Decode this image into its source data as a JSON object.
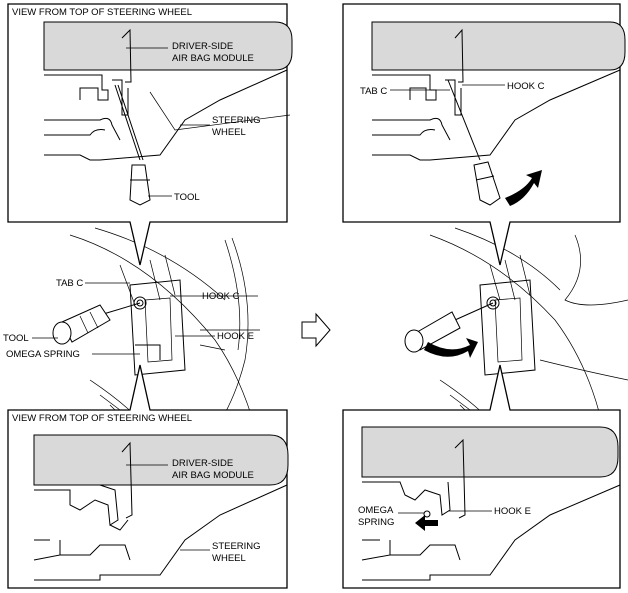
{
  "labels": {
    "top_left_title": "VIEW FROM TOP OF STEERING WHEEL",
    "tl_module_1": "DRIVER-SIDE",
    "tl_module_2": "AIR BAG MODULE",
    "tl_wheel_1": "STEERING",
    "tl_wheel_2": "WHEEL",
    "tl_tool": "TOOL",
    "tr_tab": "TAB C",
    "tr_hook": "HOOK C",
    "mid_tab": "TAB C",
    "mid_tool": "TOOL",
    "mid_omega": "OMEGA SPRING",
    "mid_hook_c": "HOOK C",
    "mid_hook_e": "HOOK E",
    "bl_title": "VIEW FROM TOP OF STEERING WHEEL",
    "bl_module_1": "DRIVER-SIDE",
    "bl_module_2": "AIR BAG MODULE",
    "bl_wheel_1": "STEERING",
    "bl_wheel_2": "WHEEL",
    "br_omega_1": "OMEGA",
    "br_omega_2": "SPRING",
    "br_hook": "HOOK E"
  }
}
